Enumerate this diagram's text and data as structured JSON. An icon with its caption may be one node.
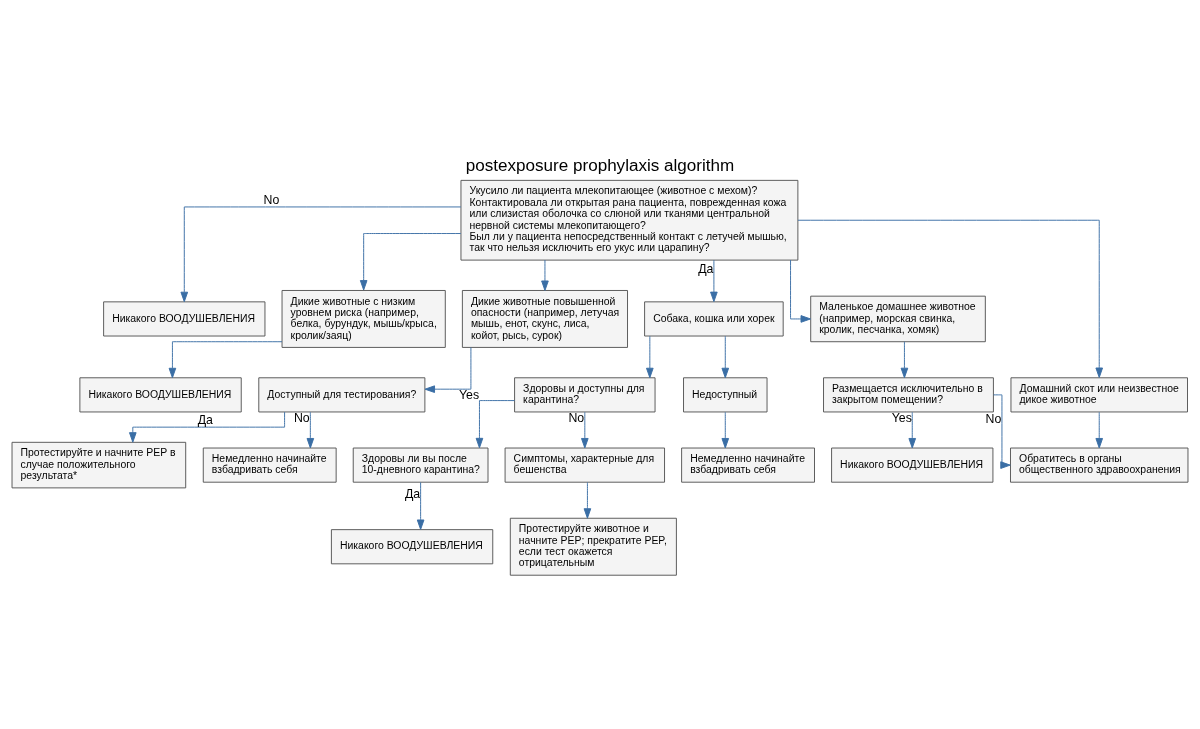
{
  "diagram": {
    "title": "postexposure prophylaxis algorithm",
    "nodes": [
      {
        "text": [
          "Укусило ли пациента млекопитающее (животное с мехом)?",
          "Контактировала ли открытая рана пациента, поврежденная кожа или слизистая оболочка со слюной или тканями центральной нервной системы млекопитающего?",
          "Был ли у пациента непосредственный контакт с летучей мышью, так что нельзя исключить его укус или царапину?"
        ]
      },
      {
        "text": [
          "Никакого ВООДУШЕВЛЕНИЯ"
        ]
      },
      {
        "text": [
          "Дикие животные с низким уровнем риска (например, белка, бурундук, мышь/крыса, кролик/заяц)"
        ]
      },
      {
        "text": [
          "Дикие животные повышенной опасности (например, летучая мышь, енот, скунс, лиса, койот, рысь, сурок)"
        ]
      },
      {
        "text": [
          "Собака, кошка или хорек"
        ]
      },
      {
        "text": [
          "Маленькое домашнее животное (например, морская свинка, кролик, песчанка, хомяк)"
        ]
      },
      {
        "text": [
          "Домашний скот или неизвестное дикое животное"
        ]
      },
      {
        "text": [
          "Никакого ВООДУШЕВЛЕНИЯ"
        ]
      },
      {
        "text": [
          "Доступный для тестирования?"
        ]
      },
      {
        "text": [
          "Здоровы и доступны для карантина?"
        ]
      },
      {
        "text": [
          "Недоступный"
        ]
      },
      {
        "text": [
          "Размещается исключительно в закрытом помещении?"
        ]
      },
      {
        "text": [
          "Протестируйте и начните PEP в случае положительного результата*"
        ]
      },
      {
        "text": [
          "Немедленно начинайте взбадривать себя"
        ]
      },
      {
        "text": [
          "Здоровы ли вы после 10-дневного карантина?"
        ]
      },
      {
        "text": [
          "Симптомы, характерные для бешенства"
        ]
      },
      {
        "text": [
          "Немедленно начинайте взбадривать себя"
        ]
      },
      {
        "text": [
          "Никакого ВООДУШЕВЛЕНИЯ"
        ]
      },
      {
        "text": [
          "Обратитесь в органы общественного здравоохранения"
        ]
      },
      {
        "text": [
          "Никакого ВООДУШЕВЛЕНИЯ"
        ]
      },
      {
        "text": [
          "Протестируйте животное и начните PEP; прекратите PEP, если тест окажется отрицательным"
        ]
      }
    ],
    "edges": [
      {
        "from": 0,
        "to": 1,
        "arrow": "to",
        "label": "No"
      },
      {
        "from": 0,
        "to": 2,
        "arrow": "to"
      },
      {
        "from": 0,
        "to": 3,
        "arrow": "to"
      },
      {
        "from": 0,
        "to": 4,
        "arrow": "to",
        "label": "Да"
      },
      {
        "from": 0,
        "to": 5,
        "arrow": "to"
      },
      {
        "from": 0,
        "to": 6,
        "arrow": "to"
      },
      {
        "from": 2,
        "to": 7,
        "arrow": "to"
      },
      {
        "from": 3,
        "to": 8,
        "arrow": "to"
      },
      {
        "from": 4,
        "to": 9,
        "arrow": "to"
      },
      {
        "from": 4,
        "to": 10,
        "arrow": "to"
      },
      {
        "from": 5,
        "to": 11,
        "arrow": "to"
      },
      {
        "from": 8,
        "to": 12,
        "arrow": "to",
        "label": "Да"
      },
      {
        "from": 8,
        "to": 13,
        "arrow": "to",
        "label": "No"
      },
      {
        "from": 9,
        "to": 14,
        "arrow": "to",
        "label": "Yes"
      },
      {
        "from": 9,
        "to": 15,
        "arrow": "to",
        "label": "No"
      },
      {
        "from": 10,
        "to": 16,
        "arrow": "to"
      },
      {
        "from": 11,
        "to": 17,
        "arrow": "to",
        "label": "Yes"
      },
      {
        "from": 11,
        "to": 18,
        "arrow": "to",
        "label": "No"
      },
      {
        "from": 6,
        "to": 18,
        "arrow": "to"
      },
      {
        "from": 14,
        "to": 19,
        "arrow": "to",
        "label": "Да"
      },
      {
        "from": 15,
        "to": 20,
        "arrow": "to"
      }
    ]
  }
}
